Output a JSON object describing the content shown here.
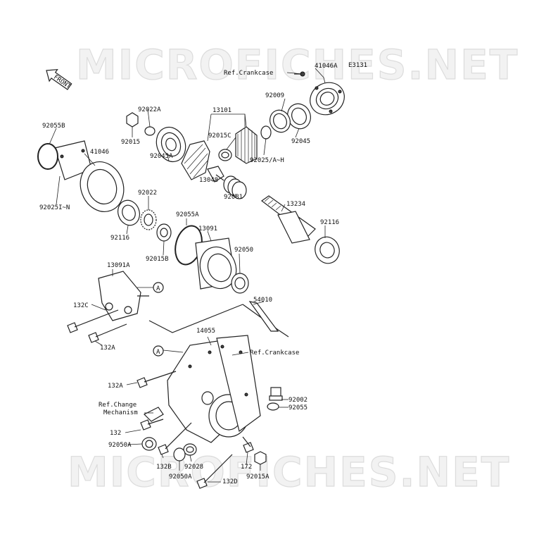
{
  "watermark": {
    "top": "MICROFICHES.NET",
    "bottom": "MICROFICHES.NET"
  },
  "diagram_code": "E3131",
  "front_arrow": "FRONT",
  "refs": {
    "crankcase_top": "Ref.Crankcase",
    "crankcase_mid": "Ref.Crankcase",
    "change_line1": "Ref.Change",
    "change_line2": "Mechanism",
    "marker_a1": "A",
    "marker_a2": "A"
  },
  "parts": {
    "p41046A": "41046A",
    "p92009": "92009",
    "p13101": "13101",
    "p92022A": "92022A",
    "p92055B": "92055B",
    "p92015": "92015",
    "p92015C": "92015C",
    "p92045": "92045",
    "p41046": "41046",
    "p92045A": "92045A",
    "p92025AH": "92025/A~H",
    "p92022": "92022",
    "p13048": "13048",
    "p92081": "92081",
    "p13234": "13234",
    "p92025IN": "92025I~N",
    "p92055A": "92055A",
    "p92116a": "92116",
    "p92116b": "92116",
    "p13091": "13091",
    "p92050": "92050",
    "p92015B": "92015B",
    "p13091A": "13091A",
    "p54010": "54010",
    "p132C": "132C",
    "p14055": "14055",
    "p132A1": "132A",
    "p132A2": "132A",
    "p92002": "92002",
    "p92055": "92055",
    "p132": "132",
    "p92050A1": "92050A",
    "p132B": "132B",
    "p92028": "92028",
    "p172": "172",
    "p92050A2": "92050A",
    "p132D": "132D",
    "p92015A": "92015A"
  }
}
